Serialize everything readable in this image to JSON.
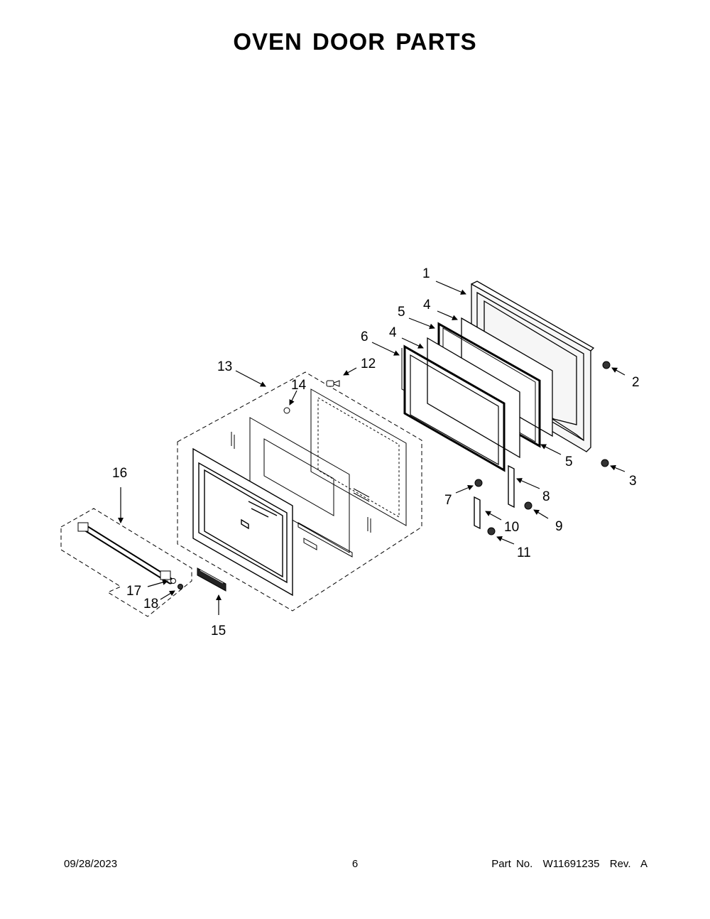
{
  "page": {
    "title": "OVEN DOOR PARTS",
    "footer_date": "09/28/2023",
    "footer_page": "6",
    "footer_part": "Part No.  W11691235  Rev.  A"
  },
  "callouts": [
    "1",
    "2",
    "3",
    "4",
    "4",
    "5",
    "5",
    "6",
    "7",
    "8",
    "9",
    "10",
    "11",
    "12",
    "13",
    "14",
    "15",
    "16",
    "17",
    "18"
  ]
}
